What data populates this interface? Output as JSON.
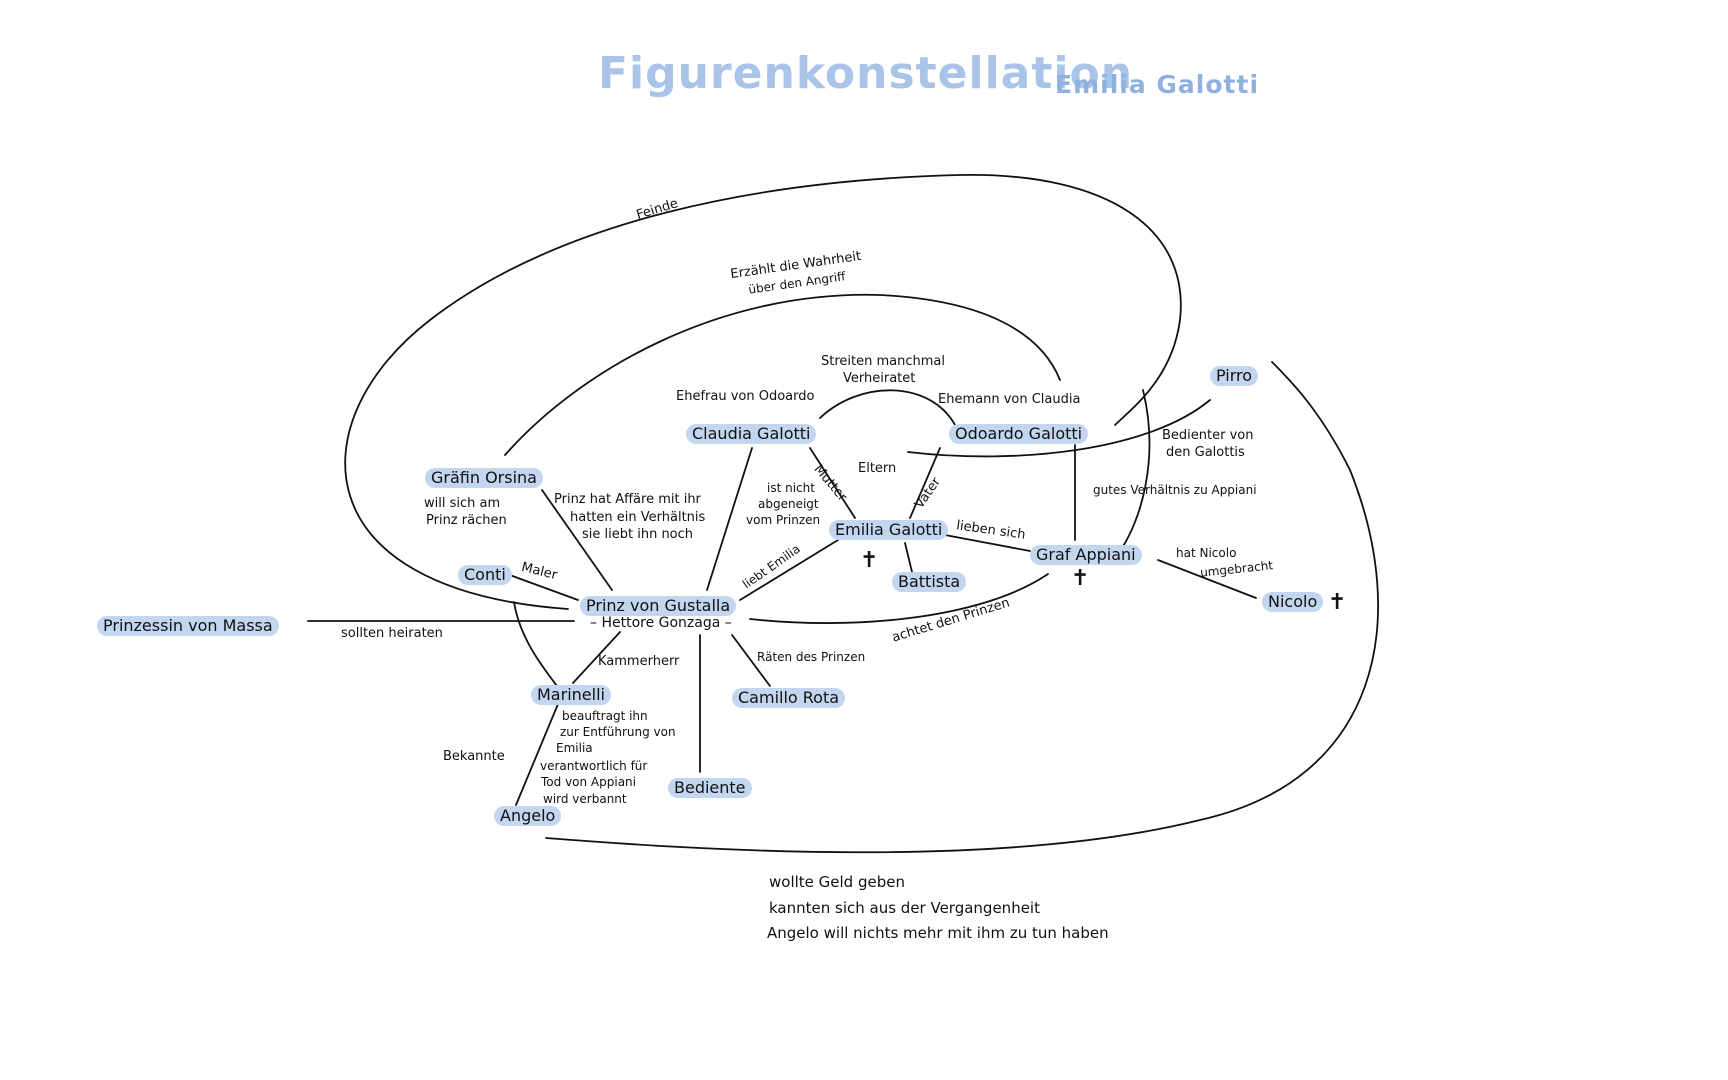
{
  "title": "Figurenkonstellation",
  "subtitle": "Emilia Galotti",
  "nodes": {
    "claudia": "Claudia Galotti",
    "odoardo": "Odoardo Galotti",
    "pirro": "Pirro",
    "orsina": "Gräfin Orsina",
    "emilia": "Emilia Galotti",
    "appiani": "Graf Appiani",
    "battista": "Battista",
    "conti": "Conti",
    "prinz": "Prinz von Gustalla",
    "prinzessin": "Prinzessin von Massa",
    "nicolo": "Nicolo",
    "marinelli": "Marinelli",
    "camillo": "Camillo Rota",
    "bediente": "Bediente",
    "angelo": "Angelo"
  },
  "labels": {
    "prinz_sub": "– Hettore Gonzaga –",
    "feinde": "Feinde",
    "erzaehlt_1": "Erzählt die Wahrheit",
    "erzaehlt_2": "über den Angriff",
    "streiten": "Streiten manchmal",
    "verheiratet": "Verheiratet",
    "ehefrau": "Ehefrau von Odoardo",
    "ehemann": "Ehemann von Claudia",
    "bedienter_1": "Bedienter von",
    "bedienter_2": "den Galottis",
    "mutter": "Mutter",
    "eltern": "Eltern",
    "vater": "Vater",
    "gutes": "gutes Verhältnis zu Appiani",
    "orsina_1": "will sich am",
    "orsina_2": "Prinz rächen",
    "affaere_1": "Prinz hat Affäre mit ihr",
    "affaere_2": "hatten ein Verhältnis",
    "affaere_3": "sie liebt ihn noch",
    "abgeneigt_1": "ist nicht",
    "abgeneigt_2": "abgeneigt",
    "abgeneigt_3": "vom Prinzen",
    "lieben": "lieben sich",
    "hat_nicolo_1": "hat Nicolo",
    "hat_nicolo_2": "umgebracht",
    "maler": "Maler",
    "liebt_emilia": "liebt Emilia",
    "achtet": "achtet den Prinzen",
    "sollten": "sollten heiraten",
    "kammerherr": "Kammerherr",
    "raeten": "Räten des Prinzen",
    "beauftragt_1": "beauftragt ihn",
    "beauftragt_2": "zur Entführung von",
    "beauftragt_3": "Emilia",
    "verantwortlich_1": "verantwortlich für",
    "verantwortlich_2": "Tod von Appiani",
    "verbannt": "wird verbannt",
    "bekannte": "Bekannte",
    "geld": "wollte Geld geben",
    "kannten": "kannten sich aus der Vergangenheit",
    "nichts": "Angelo will nichts mehr mit ihm zu tun haben",
    "cross": "✝"
  },
  "colors": {
    "title": "#a9c4e8",
    "highlight": "#c3d6ef",
    "ink": "#111111"
  }
}
